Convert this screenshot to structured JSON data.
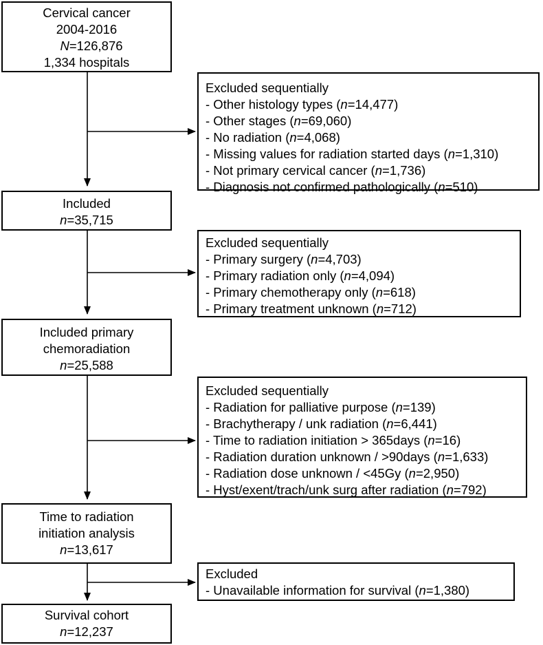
{
  "flow": {
    "start": {
      "lines": [
        "Cervical cancer",
        "2004-2016",
        "",
        "1,334 hospitals"
      ],
      "n_var": "N",
      "n_value": "=126,876"
    },
    "excl1": {
      "header": "Excluded sequentially",
      "items": [
        {
          "text": "- Other histology types (",
          "var": "n",
          "value": "=14,477)"
        },
        {
          "text": "- Other stages  (",
          "var": "n",
          "value": "=69,060)"
        },
        {
          "text": "- No radiation (",
          "var": "n",
          "value": "=4,068)"
        },
        {
          "text": "- Missing values for radiation started days (",
          "var": "n",
          "value": "=1,310)"
        },
        {
          "text": "- Not primary cervical cancer (",
          "var": "n",
          "value": "=1,736)"
        },
        {
          "text": "- Diagnosis not confirmed pathologically (",
          "var": "n",
          "value": "=510)"
        }
      ]
    },
    "included1": {
      "lines": [
        "Included"
      ],
      "n_var": "n",
      "n_value": "=35,715"
    },
    "excl2": {
      "header": "Excluded sequentially",
      "items": [
        {
          "text": "- Primary surgery (",
          "var": "n",
          "value": "=4,703)"
        },
        {
          "text": "- Primary radiation only  (",
          "var": "n",
          "value": "=4,094)"
        },
        {
          "text": "- Primary chemotherapy only (",
          "var": "n",
          "value": "=618)"
        },
        {
          "text": "- Primary treatment unknown (",
          "var": "n",
          "value": "=712)"
        }
      ]
    },
    "included2": {
      "lines": [
        "Included primary",
        "chemoradiation"
      ],
      "n_var": "n",
      "n_value": "=25,588"
    },
    "excl3": {
      "header": "Excluded sequentially",
      "items": [
        {
          "text": "- Radiation for palliative purpose (",
          "var": "n",
          "value": "=139)"
        },
        {
          "text": "- Brachytherapy / unk radiation  (",
          "var": "n",
          "value": "=6,441)"
        },
        {
          "text": "- Time to radiation initiation > 365days (",
          "var": "n",
          "value": "=16)"
        },
        {
          "text": "- Radiation duration unknown / >90days (",
          "var": "n",
          "value": "=1,633)"
        },
        {
          "text": "- Radiation dose unknown / <45Gy (",
          "var": "n",
          "value": "=2,950)"
        },
        {
          "text": "- Hyst/exent/trach/unk surg after radiation (",
          "var": "n",
          "value": "=792)"
        }
      ]
    },
    "included3": {
      "lines": [
        "Time to radiation",
        "initiation analysis"
      ],
      "n_var": "n",
      "n_value": "=13,617"
    },
    "excl4": {
      "header": "Excluded",
      "items": [
        {
          "text": "- Unavailable information for survival (",
          "var": "n",
          "value": "=1,380)"
        }
      ]
    },
    "final": {
      "lines": [
        "Survival cohort"
      ],
      "n_var": "n",
      "n_value": "=12,237"
    }
  }
}
